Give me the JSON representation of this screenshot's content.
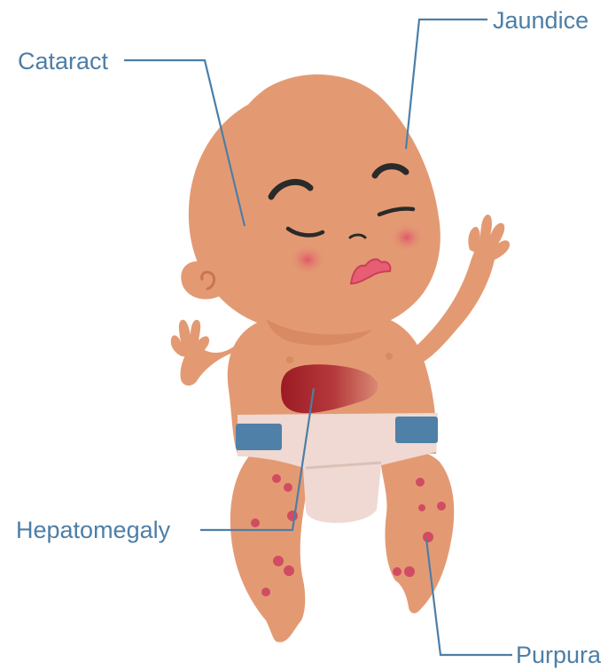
{
  "labels": {
    "cataract": "Cataract",
    "jaundice": "Jaundice",
    "hepatomegaly": "Hepatomegaly",
    "purpura": "Purpura"
  },
  "colors": {
    "skin": "#e39a73",
    "skin_shadow": "#d98a63",
    "cheek": "#e4556f",
    "liver": "#a3202a",
    "diaper": "#efd9d2",
    "diaper_tab": "#4f80a8",
    "spot": "#d14c63",
    "label": "#4d7ea6"
  }
}
